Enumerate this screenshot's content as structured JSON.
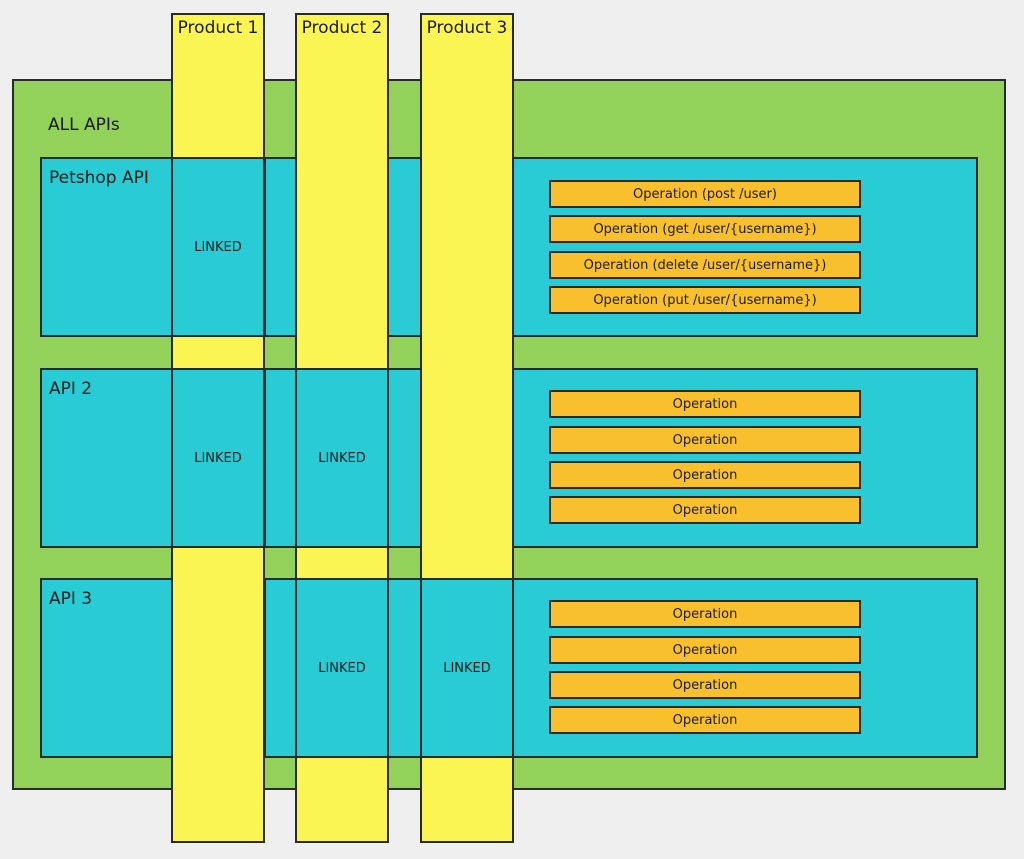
{
  "all_apis_label": "ALL APIs",
  "products": [
    {
      "label": "Product 1"
    },
    {
      "label": "Product 2"
    },
    {
      "label": "Product 3"
    }
  ],
  "apis": [
    {
      "label": "Petshop API",
      "links": [
        "LINKED"
      ],
      "operations": [
        "Operation (post /user)",
        "Operation (get /user/{username})",
        "Operation (delete /user/{username})",
        "Operation (put /user/{username})"
      ]
    },
    {
      "label": "API 2",
      "links": [
        "LINKED",
        "LINKED"
      ],
      "operations": [
        "Operation",
        "Operation",
        "Operation",
        "Operation"
      ]
    },
    {
      "label": "API 3",
      "links": [
        "LINKED",
        "LINKED"
      ],
      "operations": [
        "Operation",
        "Operation",
        "Operation",
        "Operation"
      ]
    }
  ],
  "colors": {
    "background": "#efefef",
    "all_apis": "#92d25a",
    "api": "#29ccd4",
    "product": "#fbf553",
    "operation": "#f9c02d",
    "border": "#2a2a2a"
  }
}
